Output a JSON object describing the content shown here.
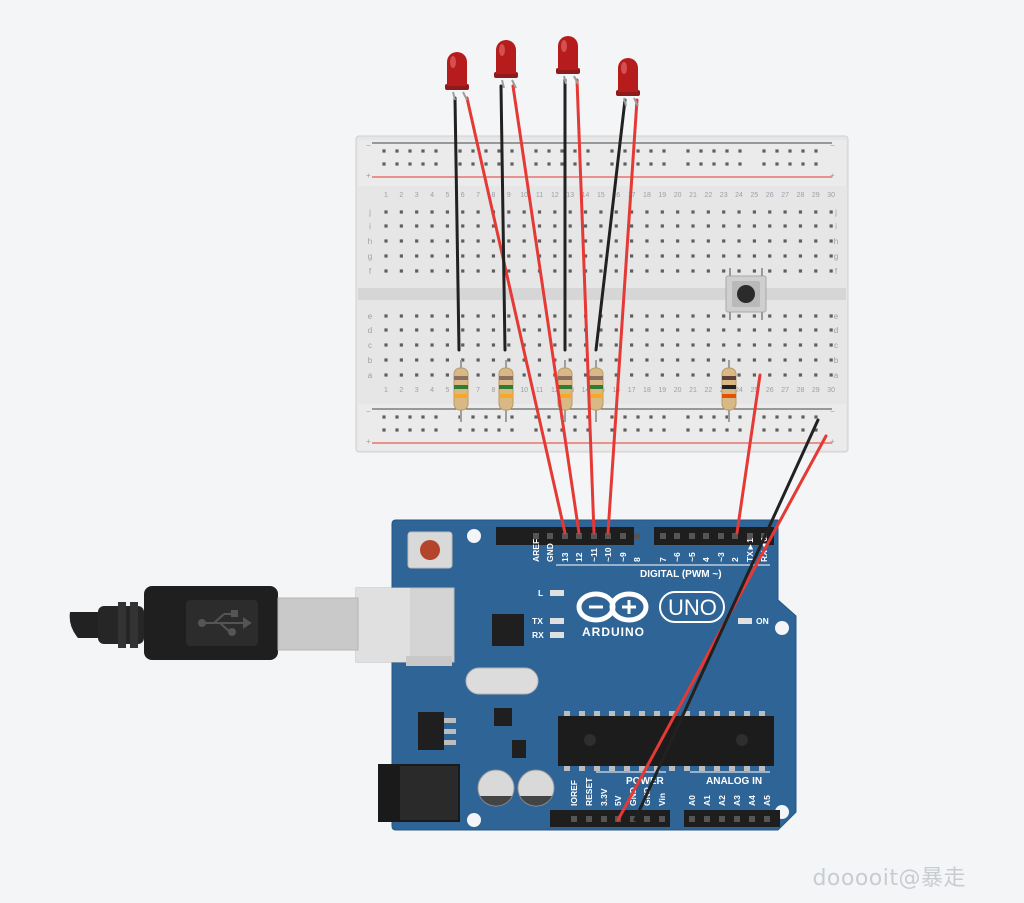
{
  "breadboard": {
    "top_numbers": [
      "1",
      "2",
      "3",
      "4",
      "5",
      "6",
      "7",
      "8",
      "9",
      "10",
      "11",
      "12",
      "13",
      "14",
      "15",
      "16",
      "17",
      "18",
      "19",
      "20",
      "21",
      "22",
      "23",
      "24",
      "25",
      "26",
      "27",
      "28",
      "29",
      "30"
    ],
    "top_rows": [
      "j",
      "i",
      "h",
      "g",
      "f"
    ],
    "bottom_rows": [
      "e",
      "d",
      "c",
      "b",
      "a"
    ],
    "rail_minus": "−",
    "rail_plus": "+"
  },
  "arduino": {
    "board_name": "UNO",
    "brand": "ARDUINO",
    "digital_header_label": "DIGITAL (PWM ~)",
    "power_label": "POWER",
    "analog_label": "ANALOG IN",
    "on_label": "ON",
    "led_labels": [
      "L",
      "TX",
      "RX"
    ],
    "digital_pins": [
      "AREF",
      "GND",
      "13",
      "12",
      "~11",
      "~10",
      "~9",
      "8",
      "7",
      "~6",
      "~5",
      "4",
      "~3",
      "2",
      "TX►1",
      "RX◄0"
    ],
    "power_pins": [
      "IOREF",
      "RESET",
      "3.3V",
      "5V",
      "GND",
      "GND",
      "Vin"
    ],
    "analog_pins": [
      "A0",
      "A1",
      "A2",
      "A3",
      "A4",
      "A5"
    ]
  },
  "components": {
    "leds": [
      "led-1",
      "led-2",
      "led-3",
      "led-4"
    ],
    "resistors": 5,
    "pushbutton": 1
  },
  "colors": {
    "background": "#f3f5f7",
    "board": "#2f6496",
    "wire_red": "#e53935",
    "wire_black": "#212121",
    "led_red": "#b71c1c"
  },
  "watermark": "dooooit@暴走"
}
